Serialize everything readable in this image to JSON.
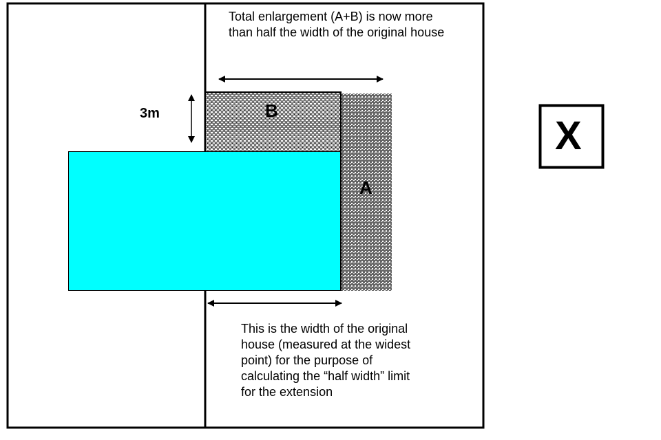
{
  "top_note": [
    "Total enlargement (A+B) is now more",
    "than half the width of the original house"
  ],
  "bottom_note": [
    "This is the width of the original",
    "house (measured at the widest",
    "point) for the purpose of",
    "calculating the “half width” limit",
    "for the extension"
  ],
  "labels": {
    "a": "A",
    "b": "B",
    "height": "3m",
    "verdict": "X"
  },
  "colors": {
    "house": "#00ffff",
    "outline": "#000000",
    "hatch_dark": "#555555"
  }
}
